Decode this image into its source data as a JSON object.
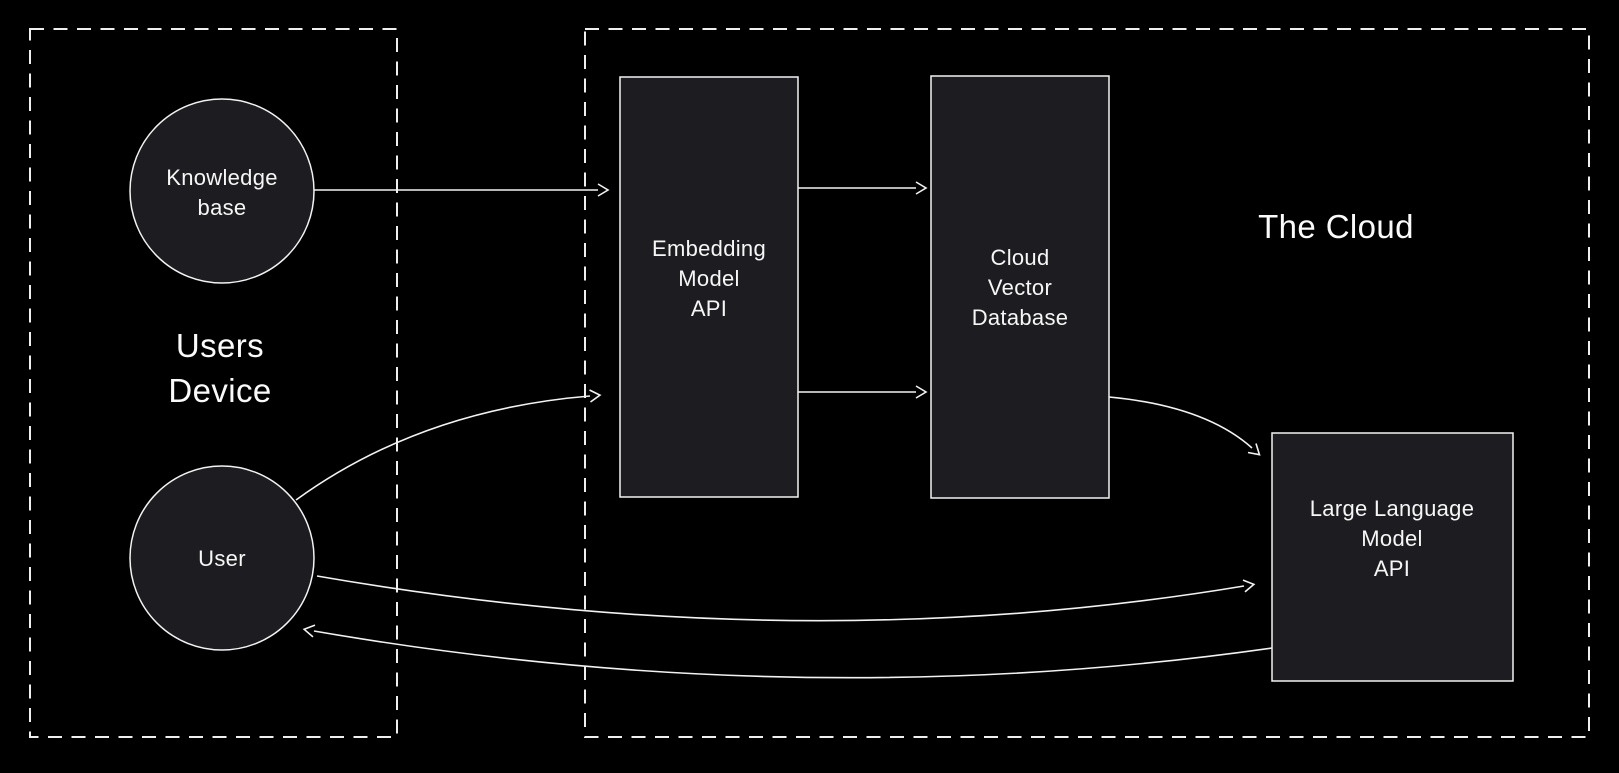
{
  "diagram": {
    "type": "architecture-flow",
    "background_color": "#000000",
    "node_fill_color": "#1d1d21",
    "line_color": "#f2f2f2",
    "text_color": "#f6f6f6"
  },
  "groups": {
    "users_device": {
      "style": "dashed-box",
      "lines": [
        "Users",
        "Device"
      ]
    },
    "the_cloud": {
      "style": "dashed-box",
      "label": "The Cloud"
    }
  },
  "nodes": {
    "knowledge_base": {
      "shape": "circle",
      "lines": [
        "Knowledge",
        "base"
      ]
    },
    "user": {
      "shape": "circle",
      "lines": [
        "User"
      ]
    },
    "embedding_model_api": {
      "shape": "rectangle",
      "lines": [
        "Embedding",
        "Model",
        "API"
      ]
    },
    "cloud_vector_database": {
      "shape": "rectangle",
      "lines": [
        "Cloud",
        "Vector",
        "Database"
      ]
    },
    "large_language_model_api": {
      "shape": "rectangle",
      "lines": [
        "Large Language",
        "Model",
        "API"
      ]
    }
  },
  "edges": [
    {
      "from": "knowledge_base",
      "to": "embedding_model_api",
      "style": "straight-arrow"
    },
    {
      "from": "user",
      "to": "embedding_model_api",
      "style": "curved-arrow"
    },
    {
      "from": "embedding_model_api",
      "to": "cloud_vector_database",
      "style": "straight-arrow",
      "position": "top"
    },
    {
      "from": "embedding_model_api",
      "to": "cloud_vector_database",
      "style": "straight-arrow",
      "position": "bottom"
    },
    {
      "from": "cloud_vector_database",
      "to": "large_language_model_api",
      "style": "curved-arrow"
    },
    {
      "from": "user",
      "to": "large_language_model_api",
      "style": "curved-arrow"
    },
    {
      "from": "large_language_model_api",
      "to": "user",
      "style": "curved-arrow"
    }
  ]
}
